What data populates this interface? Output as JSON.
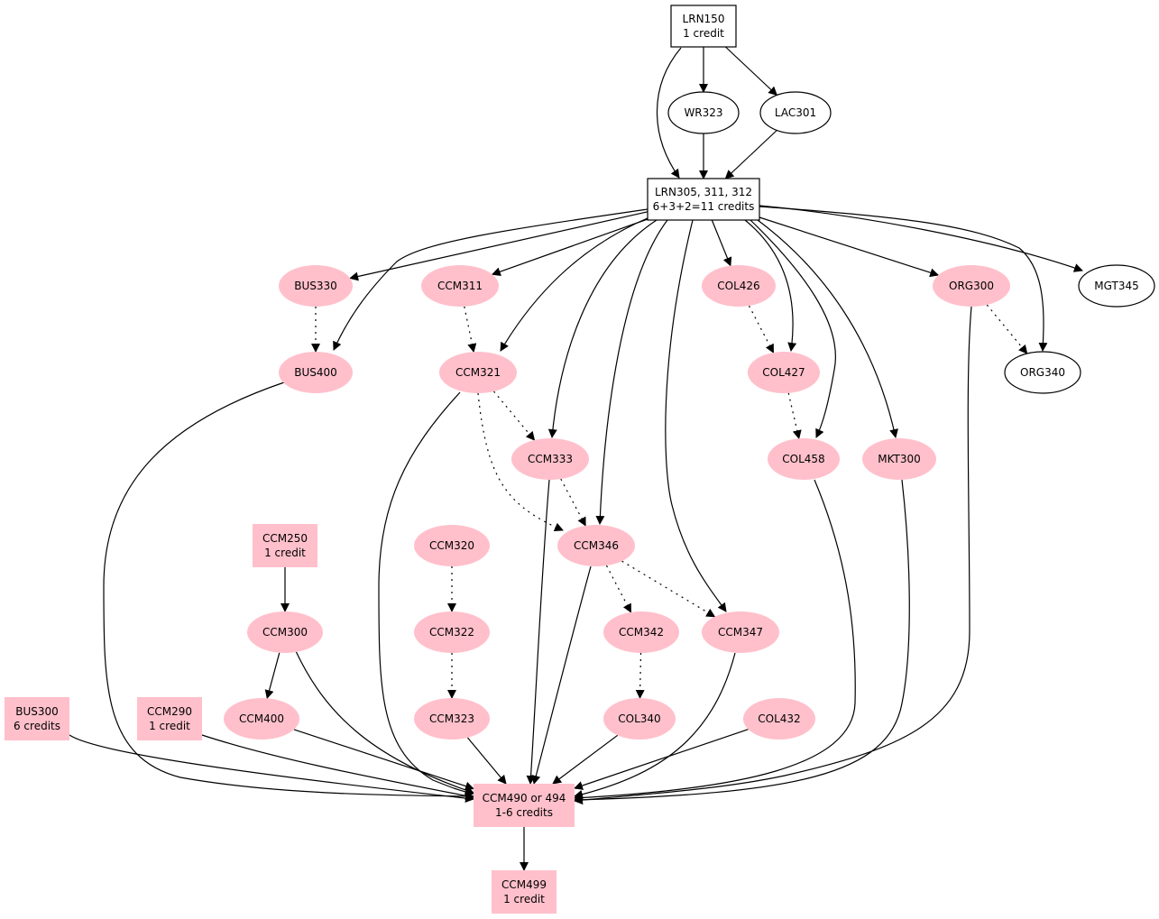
{
  "title": "Course prerequisite graph",
  "colors": {
    "highlight_fill": "#ffc0cb",
    "plain_fill": "#ffffff",
    "stroke": "#000000"
  },
  "nodes": [
    {
      "id": "LRN150",
      "lines": [
        "LRN150",
        "1 credit"
      ],
      "shape": "box",
      "style": "plain"
    },
    {
      "id": "WR323",
      "lines": [
        "WR323"
      ],
      "shape": "ellipse",
      "style": "plain"
    },
    {
      "id": "LAC301",
      "lines": [
        "LAC301"
      ],
      "shape": "ellipse",
      "style": "plain"
    },
    {
      "id": "LRN305",
      "lines": [
        "LRN305, 311, 312",
        "6+3+2=11 credits"
      ],
      "shape": "box",
      "style": "plain"
    },
    {
      "id": "BUS330",
      "lines": [
        "BUS330"
      ],
      "shape": "ellipse",
      "style": "highlight"
    },
    {
      "id": "CCM311",
      "lines": [
        "CCM311"
      ],
      "shape": "ellipse",
      "style": "highlight"
    },
    {
      "id": "COL426",
      "lines": [
        "COL426"
      ],
      "shape": "ellipse",
      "style": "highlight"
    },
    {
      "id": "ORG300",
      "lines": [
        "ORG300"
      ],
      "shape": "ellipse",
      "style": "highlight"
    },
    {
      "id": "MGT345",
      "lines": [
        "MGT345"
      ],
      "shape": "ellipse",
      "style": "plain"
    },
    {
      "id": "BUS400",
      "lines": [
        "BUS400"
      ],
      "shape": "ellipse",
      "style": "highlight"
    },
    {
      "id": "CCM321",
      "lines": [
        "CCM321"
      ],
      "shape": "ellipse",
      "style": "highlight"
    },
    {
      "id": "COL427",
      "lines": [
        "COL427"
      ],
      "shape": "ellipse",
      "style": "highlight"
    },
    {
      "id": "ORG340",
      "lines": [
        "ORG340"
      ],
      "shape": "ellipse",
      "style": "plain"
    },
    {
      "id": "CCM333",
      "lines": [
        "CCM333"
      ],
      "shape": "ellipse",
      "style": "highlight"
    },
    {
      "id": "COL458",
      "lines": [
        "COL458"
      ],
      "shape": "ellipse",
      "style": "highlight"
    },
    {
      "id": "MKT300",
      "lines": [
        "MKT300"
      ],
      "shape": "ellipse",
      "style": "highlight"
    },
    {
      "id": "CCM250",
      "lines": [
        "CCM250",
        "1 credit"
      ],
      "shape": "box",
      "style": "highlight"
    },
    {
      "id": "CCM320",
      "lines": [
        "CCM320"
      ],
      "shape": "ellipse",
      "style": "highlight"
    },
    {
      "id": "CCM346",
      "lines": [
        "CCM346"
      ],
      "shape": "ellipse",
      "style": "highlight"
    },
    {
      "id": "CCM300",
      "lines": [
        "CCM300"
      ],
      "shape": "ellipse",
      "style": "highlight"
    },
    {
      "id": "CCM322",
      "lines": [
        "CCM322"
      ],
      "shape": "ellipse",
      "style": "highlight"
    },
    {
      "id": "CCM342",
      "lines": [
        "CCM342"
      ],
      "shape": "ellipse",
      "style": "highlight"
    },
    {
      "id": "CCM347",
      "lines": [
        "CCM347"
      ],
      "shape": "ellipse",
      "style": "highlight"
    },
    {
      "id": "BUS300",
      "lines": [
        "BUS300",
        "6 credits"
      ],
      "shape": "box",
      "style": "highlight"
    },
    {
      "id": "CCM290",
      "lines": [
        "CCM290",
        "1 credit"
      ],
      "shape": "box",
      "style": "highlight"
    },
    {
      "id": "CCM400",
      "lines": [
        "CCM400"
      ],
      "shape": "ellipse",
      "style": "highlight"
    },
    {
      "id": "CCM323",
      "lines": [
        "CCM323"
      ],
      "shape": "ellipse",
      "style": "highlight"
    },
    {
      "id": "COL340",
      "lines": [
        "COL340"
      ],
      "shape": "ellipse",
      "style": "highlight"
    },
    {
      "id": "COL432",
      "lines": [
        "COL432"
      ],
      "shape": "ellipse",
      "style": "highlight"
    },
    {
      "id": "CCM490",
      "lines": [
        "CCM490 or 494",
        "1-6 credits"
      ],
      "shape": "box",
      "style": "highlight"
    },
    {
      "id": "CCM499",
      "lines": [
        "CCM499",
        "1 credit"
      ],
      "shape": "box",
      "style": "highlight"
    }
  ],
  "edges": [
    {
      "from": "LRN150",
      "to": "WR323",
      "style": "solid"
    },
    {
      "from": "LRN150",
      "to": "LAC301",
      "style": "solid"
    },
    {
      "from": "LRN150",
      "to": "LRN305",
      "style": "solid"
    },
    {
      "from": "WR323",
      "to": "LRN305",
      "style": "solid"
    },
    {
      "from": "LAC301",
      "to": "LRN305",
      "style": "solid"
    },
    {
      "from": "LRN305",
      "to": "BUS330",
      "style": "solid"
    },
    {
      "from": "LRN305",
      "to": "BUS400",
      "style": "solid"
    },
    {
      "from": "LRN305",
      "to": "CCM311",
      "style": "solid"
    },
    {
      "from": "LRN305",
      "to": "CCM321",
      "style": "solid"
    },
    {
      "from": "LRN305",
      "to": "CCM333",
      "style": "solid"
    },
    {
      "from": "LRN305",
      "to": "CCM346",
      "style": "solid"
    },
    {
      "from": "LRN305",
      "to": "CCM347",
      "style": "solid"
    },
    {
      "from": "LRN305",
      "to": "COL426",
      "style": "solid"
    },
    {
      "from": "LRN305",
      "to": "COL427",
      "style": "solid"
    },
    {
      "from": "LRN305",
      "to": "COL458",
      "style": "solid"
    },
    {
      "from": "LRN305",
      "to": "MKT300",
      "style": "solid"
    },
    {
      "from": "LRN305",
      "to": "ORG300",
      "style": "solid"
    },
    {
      "from": "LRN305",
      "to": "ORG340",
      "style": "solid"
    },
    {
      "from": "LRN305",
      "to": "MGT345",
      "style": "solid"
    },
    {
      "from": "BUS330",
      "to": "BUS400",
      "style": "dotted"
    },
    {
      "from": "CCM311",
      "to": "CCM321",
      "style": "dotted"
    },
    {
      "from": "CCM321",
      "to": "CCM333",
      "style": "dotted"
    },
    {
      "from": "CCM321",
      "to": "CCM346",
      "style": "dotted"
    },
    {
      "from": "CCM333",
      "to": "CCM346",
      "style": "dotted"
    },
    {
      "from": "CCM346",
      "to": "CCM342",
      "style": "dotted"
    },
    {
      "from": "CCM346",
      "to": "CCM347",
      "style": "dotted"
    },
    {
      "from": "COL426",
      "to": "COL427",
      "style": "dotted"
    },
    {
      "from": "COL427",
      "to": "COL458",
      "style": "dotted"
    },
    {
      "from": "ORG300",
      "to": "ORG340",
      "style": "dotted"
    },
    {
      "from": "CCM250",
      "to": "CCM300",
      "style": "solid"
    },
    {
      "from": "CCM300",
      "to": "CCM400",
      "style": "solid"
    },
    {
      "from": "CCM320",
      "to": "CCM322",
      "style": "dotted"
    },
    {
      "from": "CCM322",
      "to": "CCM323",
      "style": "dotted"
    },
    {
      "from": "CCM342",
      "to": "COL340",
      "style": "dotted"
    },
    {
      "from": "BUS300",
      "to": "CCM490",
      "style": "solid"
    },
    {
      "from": "BUS400",
      "to": "CCM490",
      "style": "solid"
    },
    {
      "from": "CCM290",
      "to": "CCM490",
      "style": "solid"
    },
    {
      "from": "CCM400",
      "to": "CCM490",
      "style": "solid"
    },
    {
      "from": "CCM300",
      "to": "CCM490",
      "style": "solid"
    },
    {
      "from": "CCM321",
      "to": "CCM490",
      "style": "solid"
    },
    {
      "from": "CCM323",
      "to": "CCM490",
      "style": "solid"
    },
    {
      "from": "CCM333",
      "to": "CCM490",
      "style": "solid"
    },
    {
      "from": "CCM346",
      "to": "CCM490",
      "style": "solid"
    },
    {
      "from": "COL340",
      "to": "CCM490",
      "style": "solid"
    },
    {
      "from": "CCM347",
      "to": "CCM490",
      "style": "solid"
    },
    {
      "from": "COL432",
      "to": "CCM490",
      "style": "solid"
    },
    {
      "from": "COL458",
      "to": "CCM490",
      "style": "solid"
    },
    {
      "from": "MKT300",
      "to": "CCM490",
      "style": "solid"
    },
    {
      "from": "ORG300",
      "to": "CCM490",
      "style": "solid"
    },
    {
      "from": "CCM490",
      "to": "CCM499",
      "style": "solid"
    }
  ]
}
